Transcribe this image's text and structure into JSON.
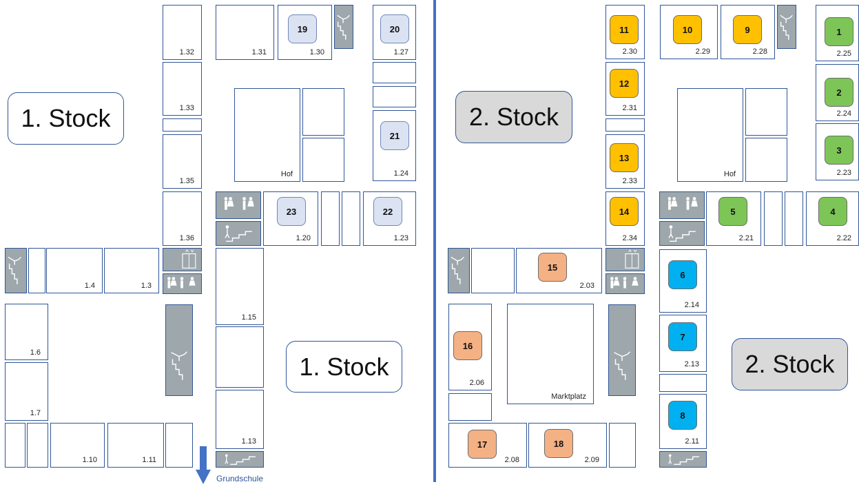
{
  "labels": {
    "floor1_top": "1. Stock",
    "floor1_bottom": "1. Stock",
    "floor2_top": "2. Stock",
    "floor2_bottom": "2. Stock",
    "grundschule": "Grundschule",
    "hof_left": "Hof",
    "hof_right": "Hof",
    "marktplatz": "Marktplatz"
  },
  "rooms_floor1": {
    "r132": "1.32",
    "r133": "1.33",
    "r135": "1.35",
    "r136": "1.36",
    "r131": "1.31",
    "r130": "1.30",
    "r127": "1.27",
    "r124": "1.24",
    "r120": "1.20",
    "r123": "1.23",
    "r14": "1.4",
    "r13": "1.3",
    "r16": "1.6",
    "r17": "1.7",
    "r110": "1.10",
    "r111": "1.11",
    "r115": "1.15",
    "r113": "1.13"
  },
  "rooms_floor2": {
    "r230": "2.30",
    "r231": "2.31",
    "r233": "2.33",
    "r234": "2.34",
    "r229": "2.29",
    "r228": "2.28",
    "r225": "2.25",
    "r224": "2.24",
    "r223": "2.23",
    "r221": "2.21",
    "r222": "2.22",
    "r203": "2.03",
    "r214": "2.14",
    "r213": "2.13",
    "r211": "2.11",
    "r206": "2.06",
    "r208": "2.08",
    "r209": "2.09"
  },
  "badges": {
    "b1": "1",
    "b2": "2",
    "b3": "3",
    "b4": "4",
    "b5": "5",
    "b6": "6",
    "b7": "7",
    "b8": "8",
    "b9": "9",
    "b10": "10",
    "b11": "11",
    "b12": "12",
    "b13": "13",
    "b14": "14",
    "b15": "15",
    "b16": "16",
    "b17": "17",
    "b18": "18",
    "b19": "19",
    "b20": "20",
    "b21": "21",
    "b22": "22",
    "b23": "23"
  },
  "colors": {
    "border": "#2f5597",
    "symbol_bg": "#9ea7ab",
    "divider": "#4472c4",
    "floor1_badge": "#dbe3f3",
    "yellow": "#ffc000",
    "green": "#7dc557",
    "cyan": "#00b0f0",
    "orange": "#f4b184",
    "floor2_label_bg": "#d9d9d9"
  },
  "icons": [
    "stairs-icon",
    "escape-stairs-icon",
    "toilet-icon",
    "elevator-icon",
    "arrow-down-icon"
  ]
}
